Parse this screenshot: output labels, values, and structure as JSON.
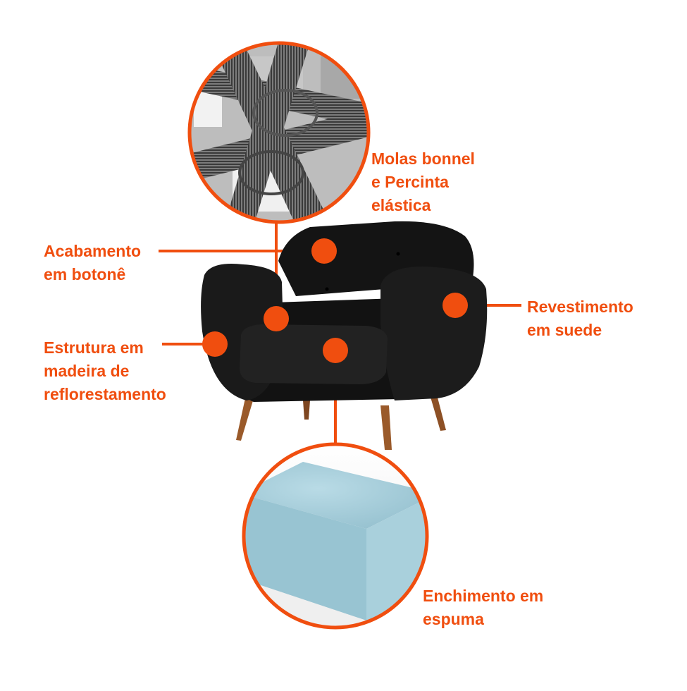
{
  "accent_color": "#f04e0f",
  "labels": {
    "molas": [
      "Molas bonnel",
      "e Percinta",
      "elástica"
    ],
    "acabamento": [
      "Acabamento",
      "em botonê"
    ],
    "revestimento": [
      "Revestimento",
      "em suede"
    ],
    "estrutura": [
      "Estrutura em",
      "madeira de",
      "reflorestamento"
    ],
    "enchimento": [
      "Enchimento em",
      "espuma"
    ]
  }
}
